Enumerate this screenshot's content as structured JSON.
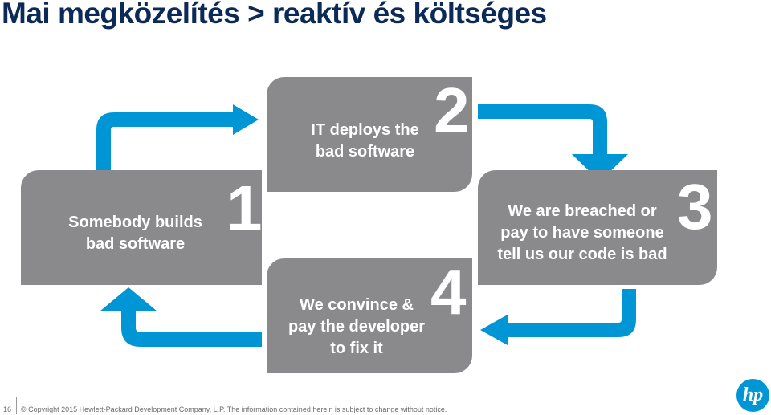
{
  "title": "Mai megközelítés > reaktív és költséges",
  "steps": [
    {
      "number": "1",
      "text": "Somebody builds\nbad software"
    },
    {
      "number": "2",
      "text": "IT deploys the\nbad software"
    },
    {
      "number": "3",
      "text": "We are breached or\npay to have someone\ntell us our code is bad"
    },
    {
      "number": "4",
      "text": "We convince &\npay the developer\nto fix it"
    }
  ],
  "footer": {
    "page_number": "16",
    "copyright": "© Copyright 2015 Hewlett-Packard Development Company, L.P. The information contained herein is subject to change without notice."
  },
  "logo_text": "hp",
  "colors": {
    "box": "#8a8a8d",
    "arrow": "#0096d6",
    "title": "#0b2a57"
  }
}
